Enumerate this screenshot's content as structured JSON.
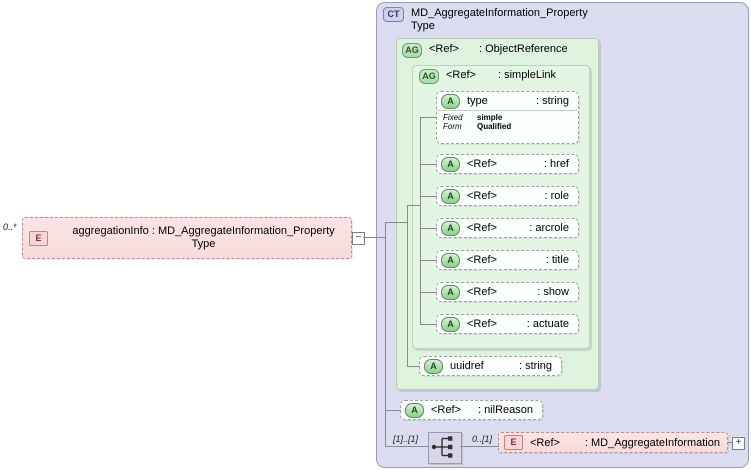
{
  "diagram": {
    "title": "XSD schema diagram",
    "root_element": {
      "badge": "E",
      "cardinality": "0..*",
      "name": "aggregationInfo",
      "type": ": MD_AggregateInformation_Property",
      "type_line2": "Type",
      "toggle": "−"
    },
    "complex_type": {
      "badge": "CT",
      "name_line1": "MD_AggregateInformation_Property",
      "name_line2": "Type"
    },
    "object_reference_group": {
      "badge": "AG",
      "ref": "<Ref>",
      "type": ": ObjectReference"
    },
    "simple_link_group": {
      "badge": "AG",
      "ref": "<Ref>",
      "type": ": simpleLink"
    },
    "simple_link_attributes": [
      {
        "badge": "A",
        "name": "type",
        "type": ": string",
        "facets": [
          {
            "key": "Fixed",
            "value": "simple"
          },
          {
            "key": "Form",
            "value": "Qualified"
          }
        ]
      },
      {
        "badge": "A",
        "name": "<Ref>",
        "type": ": href"
      },
      {
        "badge": "A",
        "name": "<Ref>",
        "type": ": role"
      },
      {
        "badge": "A",
        "name": "<Ref>",
        "type": ": arcrole"
      },
      {
        "badge": "A",
        "name": "<Ref>",
        "type": ": title"
      },
      {
        "badge": "A",
        "name": "<Ref>",
        "type": ": show"
      },
      {
        "badge": "A",
        "name": "<Ref>",
        "type": ": actuate"
      }
    ],
    "uuidref_attribute": {
      "badge": "A",
      "name": "uuidref",
      "type": ": string"
    },
    "nil_reason_attribute": {
      "badge": "A",
      "name": "<Ref>",
      "type": ": nilReason"
    },
    "sequence": {
      "icon": "sequence-compositor-icon",
      "cardinality_left": "[1]..[1]",
      "cardinality_right": "0..[1]"
    },
    "aggregate_information_element": {
      "badge": "E",
      "ref": "<Ref>",
      "type": ": MD_AggregateInformation",
      "toggle": "+"
    }
  },
  "colors": {
    "complex_type_fill": "#dcdcf0",
    "attribute_group_fill": "#ddf3dd",
    "element_fill": "#fbe4e4",
    "connector": "#8a8a8a"
  }
}
